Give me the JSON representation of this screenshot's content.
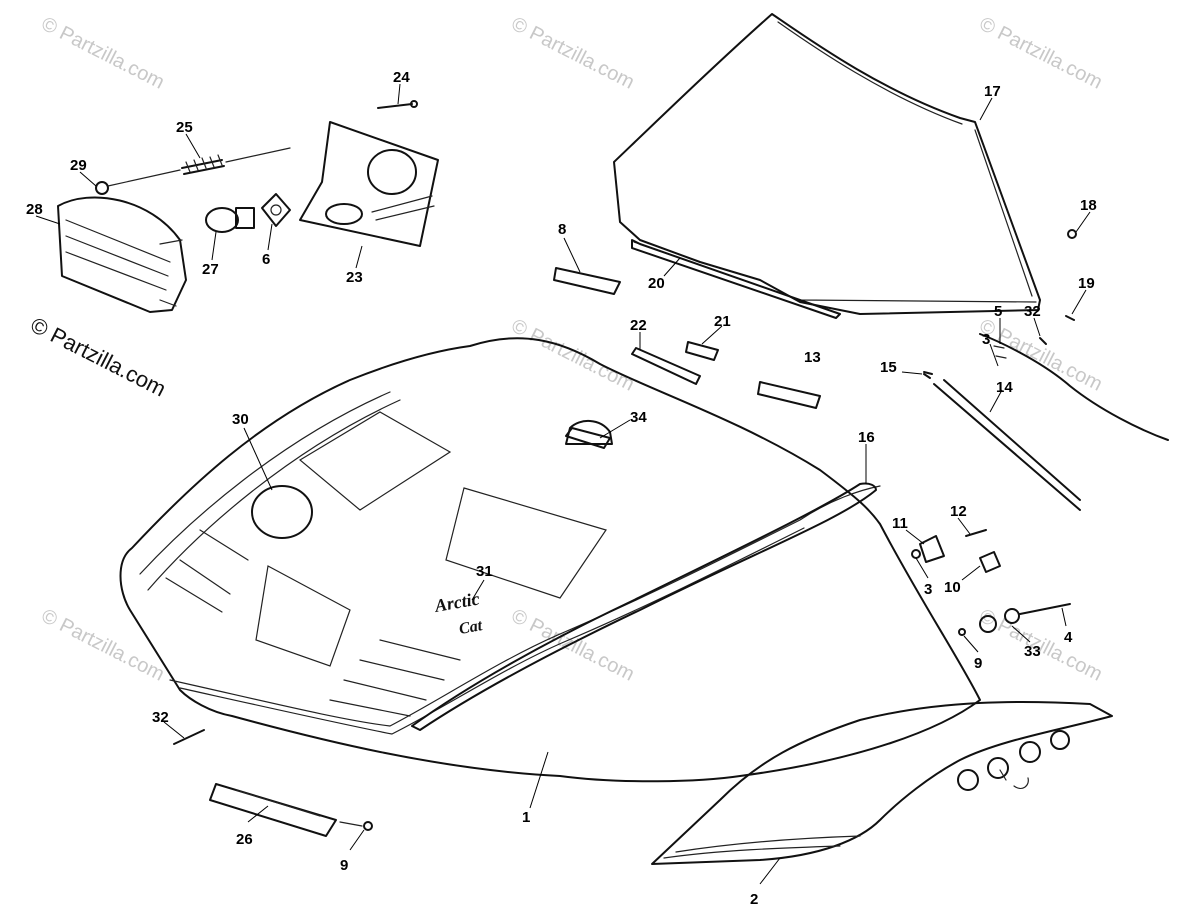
{
  "copyright": "© Partzilla.com",
  "watermark": "© Partzilla.com",
  "hood_lettering": [
    "Arctic",
    "Cat"
  ],
  "colors": {
    "ink": "#111111",
    "watermark": "#c8c8c8",
    "paper": "#ffffff"
  },
  "callouts": [
    {
      "id": "24",
      "label": "24"
    },
    {
      "id": "25",
      "label": "25"
    },
    {
      "id": "29",
      "label": "29"
    },
    {
      "id": "28",
      "label": "28"
    },
    {
      "id": "27",
      "label": "27"
    },
    {
      "id": "6",
      "label": "6"
    },
    {
      "id": "23",
      "label": "23"
    },
    {
      "id": "8",
      "label": "8"
    },
    {
      "id": "20",
      "label": "20"
    },
    {
      "id": "17",
      "label": "17"
    },
    {
      "id": "18",
      "label": "18"
    },
    {
      "id": "19",
      "label": "19"
    },
    {
      "id": "32a",
      "label": "32"
    },
    {
      "id": "5",
      "label": "5"
    },
    {
      "id": "3a",
      "label": "3"
    },
    {
      "id": "22",
      "label": "22"
    },
    {
      "id": "21",
      "label": "21"
    },
    {
      "id": "13",
      "label": "13"
    },
    {
      "id": "15",
      "label": "15"
    },
    {
      "id": "14",
      "label": "14"
    },
    {
      "id": "30",
      "label": "30"
    },
    {
      "id": "34",
      "label": "34"
    },
    {
      "id": "16",
      "label": "16"
    },
    {
      "id": "11",
      "label": "11"
    },
    {
      "id": "12",
      "label": "12"
    },
    {
      "id": "31",
      "label": "31"
    },
    {
      "id": "3b",
      "label": "3"
    },
    {
      "id": "10",
      "label": "10"
    },
    {
      "id": "4",
      "label": "4"
    },
    {
      "id": "33",
      "label": "33"
    },
    {
      "id": "9a",
      "label": "9"
    },
    {
      "id": "32b",
      "label": "32"
    },
    {
      "id": "1",
      "label": "1"
    },
    {
      "id": "26",
      "label": "26"
    },
    {
      "id": "9b",
      "label": "9"
    },
    {
      "id": "2",
      "label": "2"
    }
  ]
}
